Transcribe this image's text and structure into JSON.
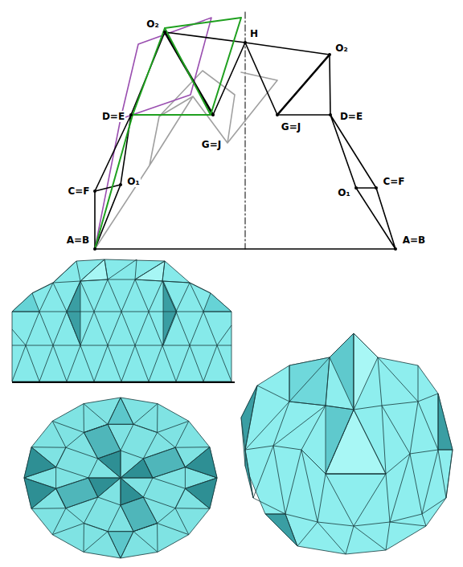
{
  "diagram": {
    "labels": [
      "O₂",
      "H",
      "O₂",
      "D=E",
      "D=E",
      "G=J",
      "G=J",
      "C=F",
      "O₁",
      "O₁",
      "C=F",
      "A=B",
      "A=B"
    ]
  }
}
